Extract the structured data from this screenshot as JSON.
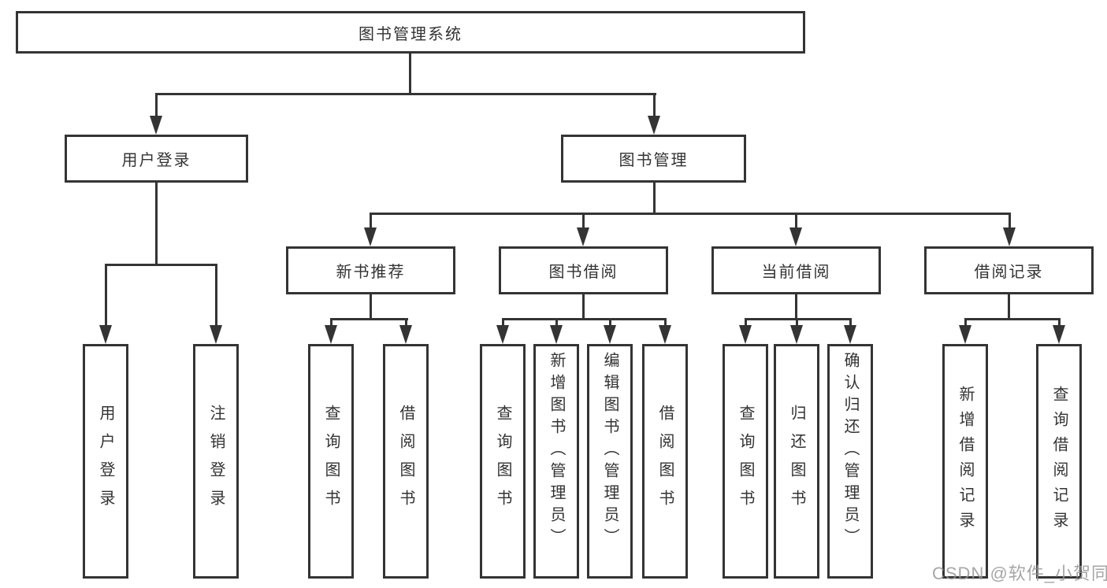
{
  "diagram": {
    "root": {
      "label": "图书管理系统"
    },
    "level2": [
      {
        "label": "用户登录"
      },
      {
        "label": "图书管理"
      }
    ],
    "level3": [
      {
        "label": "新书推荐"
      },
      {
        "label": "图书借阅"
      },
      {
        "label": "当前借阅"
      },
      {
        "label": "借阅记录"
      }
    ],
    "leaves": {
      "user_login": [
        "用户登录",
        "注销登录"
      ],
      "new_book": [
        "查询图书",
        "借阅图书"
      ],
      "borrow": [
        "查询图书",
        "新增图书（管理员）",
        "编辑图书（管理员）",
        "借阅图书"
      ],
      "current": [
        "查询图书",
        "归还图书",
        "确认归还（管理员）"
      ],
      "records": [
        "新增借阅记录",
        "查询借阅记录"
      ]
    },
    "colors": {
      "line": "#343434",
      "text": "#333333",
      "background": "#ffffff",
      "watermark": "#969696"
    }
  },
  "watermark": {
    "text": "CSDN @软件_小贺同学"
  }
}
